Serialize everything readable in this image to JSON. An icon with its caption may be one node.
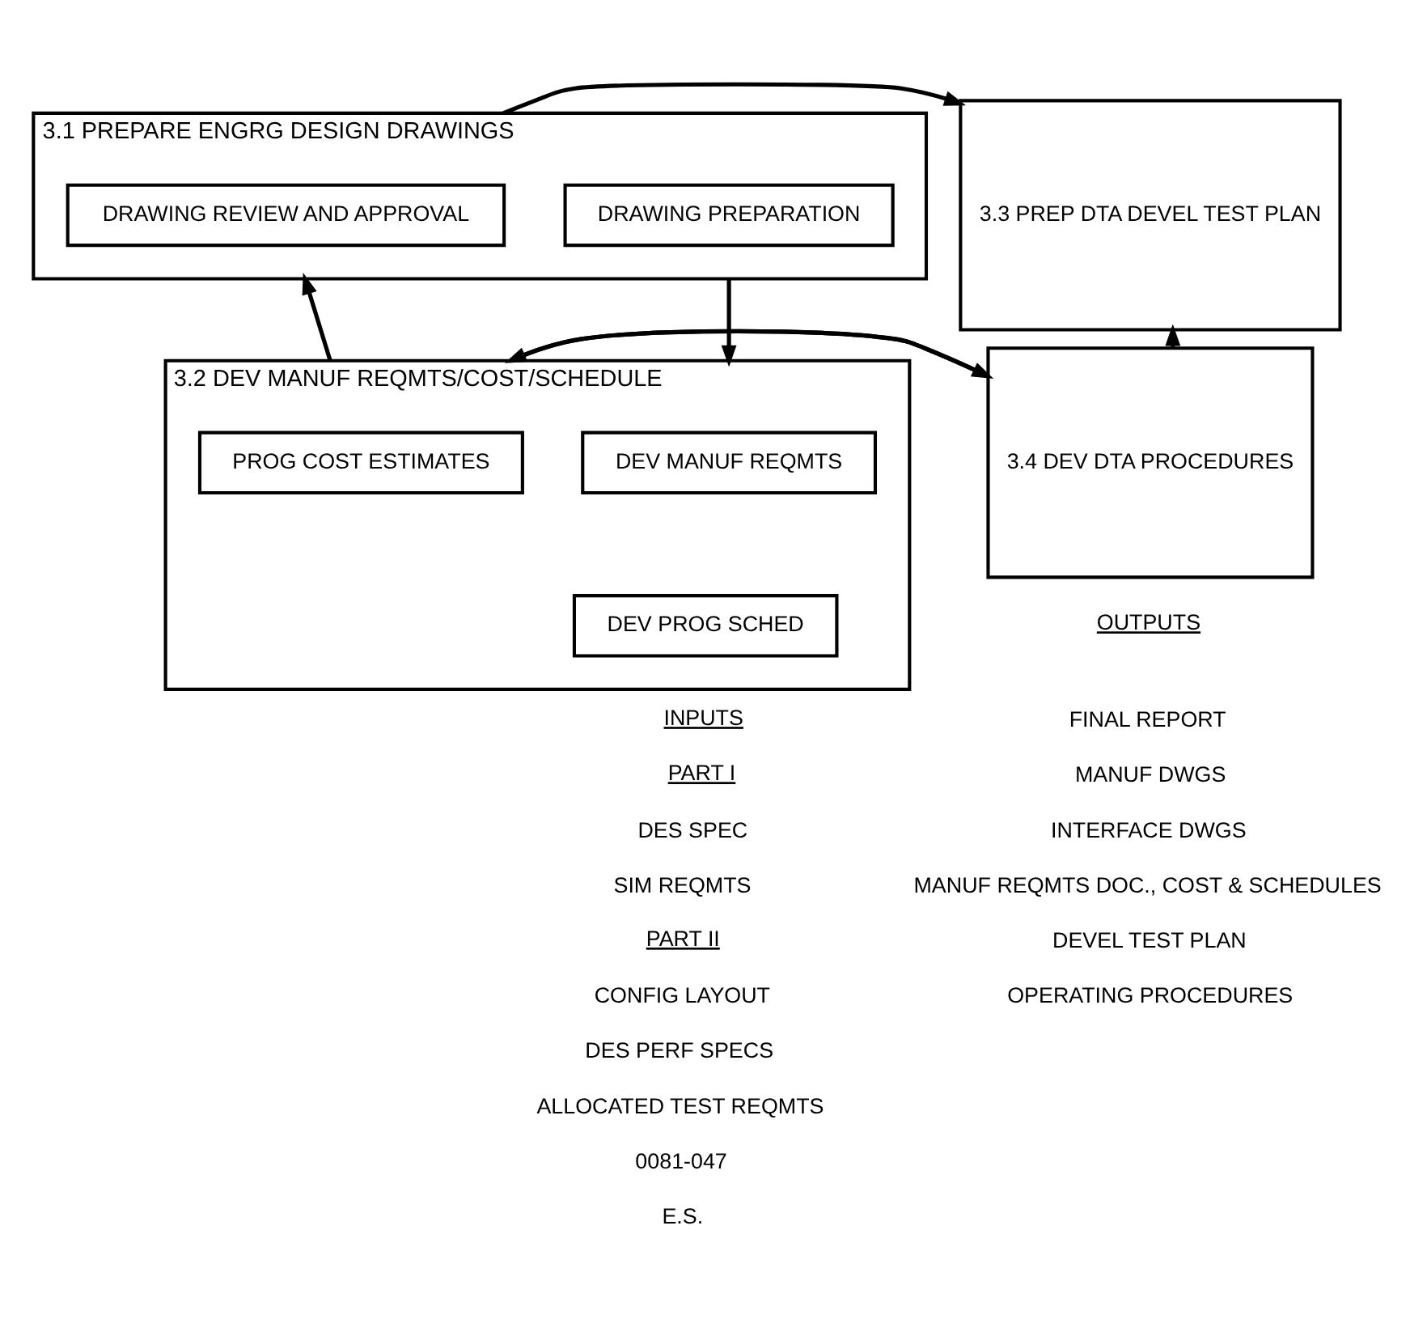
{
  "diagram": {
    "nodes": [
      {
        "text": [
          "3.1 PREPARE ENGRG DESIGN DRAWINGS"
        ]
      },
      {
        "text": [
          "DRAWING PREPARATION"
        ],
        "in": 0
      },
      {
        "text": [
          "DRAWING REVIEW AND APPROVAL"
        ],
        "in": 0
      },
      {
        "text": [
          "3.3 PREP DTA DEVEL TEST PLAN"
        ]
      },
      {
        "text": [
          "3.2 DEV MANUF REQMTS/COST/SCHEDULE"
        ]
      },
      {
        "text": [
          "DEV MANUF REQMTS"
        ],
        "in": 4
      },
      {
        "text": [
          "PROG COST ESTIMATES"
        ],
        "in": 4
      },
      {
        "text": [
          "DEV PROG SCHED"
        ],
        "in": 4
      },
      {
        "text": [
          "3.4 DEV DTA PROCEDURES"
        ]
      }
    ],
    "edges": [
      {
        "from": 0,
        "to": 3,
        "arrow": "to"
      },
      {
        "from": 0,
        "to": 4,
        "arrow": "to"
      },
      {
        "from": 4,
        "to": 0,
        "arrow": "to"
      },
      {
        "from": 8,
        "to": 3,
        "arrow": "to"
      },
      {
        "from": 4,
        "to": 8,
        "arrow": "to"
      },
      {
        "from": 8,
        "to": 4,
        "arrow": "to"
      }
    ],
    "labels": [
      "INPUTS",
      "PART I",
      "DES SPEC",
      "SIM REQMTS",
      "PART II",
      "CONFIG LAYOUT",
      "DES PERF SPECS",
      "ALLOCATED TEST REQMTS",
      "OUTPUTS",
      "FINAL REPORT",
      "MANUF DWGS",
      "INTERFACE DWGS",
      "MANUF REQMTS DOC., COST & SCHEDULES",
      "DEVEL TEST PLAN",
      "OPERATING PROCEDURES",
      "0081-047",
      "E.S."
    ]
  }
}
